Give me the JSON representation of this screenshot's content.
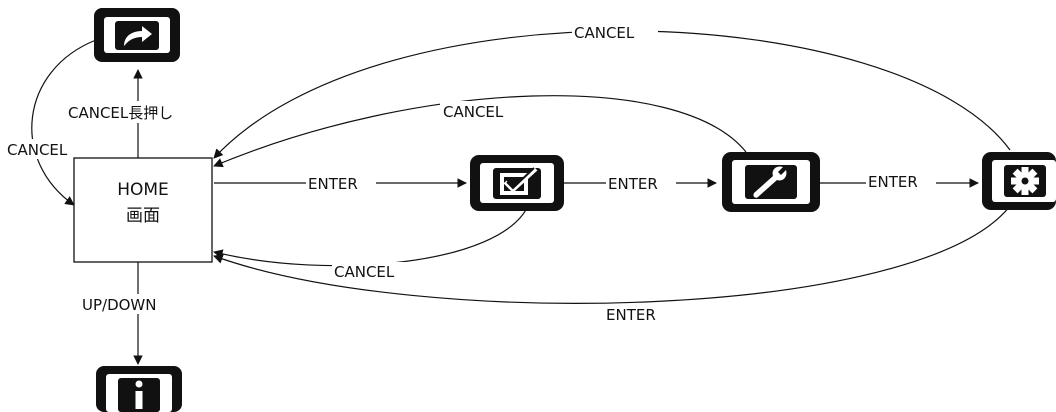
{
  "nodes": {
    "home": {
      "line1": "HOME",
      "line2": "画面"
    },
    "shortcut": {
      "icon": "share-arrow-icon"
    },
    "info": {
      "icon": "info-icon"
    },
    "checkbox": {
      "icon": "checkbox-icon"
    },
    "wrench": {
      "icon": "wrench-icon"
    },
    "gear": {
      "icon": "gear-icon"
    }
  },
  "edges": {
    "home_to_check": "ENTER",
    "check_to_wrench": "ENTER",
    "wrench_to_gear": "ENTER",
    "gear_to_home": "ENTER",
    "check_to_home": "CANCEL",
    "wrench_to_home": "CANCEL",
    "gear_to_home_top": "CANCEL",
    "home_to_shortcut": "CANCEL長押し",
    "shortcut_to_home": "CANCEL",
    "home_to_info": "UP/DOWN"
  },
  "colors": {
    "stroke": "#111111",
    "icon_bg": "#111111",
    "icon_fg": "#ffffff"
  }
}
